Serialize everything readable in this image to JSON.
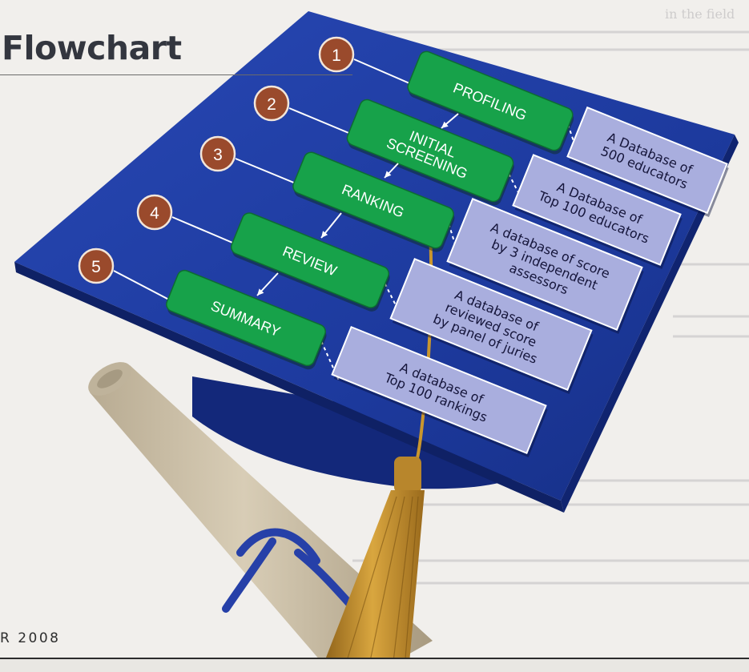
{
  "page": {
    "title": "Flowchart",
    "footer": "R 2008"
  },
  "steps": [
    {
      "number": "1",
      "label_lines": [
        "PROFILING"
      ],
      "output_lines": [
        "A Database of",
        "500 educators"
      ]
    },
    {
      "number": "2",
      "label_lines": [
        "INITIAL",
        "SCREENING"
      ],
      "output_lines": [
        "A Database of",
        "Top 100 educators"
      ]
    },
    {
      "number": "3",
      "label_lines": [
        "RANKING"
      ],
      "output_lines": [
        "A database of score",
        "by 3 independent",
        "assessors"
      ]
    },
    {
      "number": "4",
      "label_lines": [
        "REVIEW"
      ],
      "output_lines": [
        "A database of",
        "reviewed score",
        "by panel of juries"
      ]
    },
    {
      "number": "5",
      "label_lines": [
        "SUMMARY"
      ],
      "output_lines": [
        "A database of",
        "Top 100 rankings"
      ]
    }
  ],
  "colors": {
    "cap": "#1d3a9e",
    "cap_dark": "#142a78",
    "step_box": "#17a24a",
    "step_text": "#ffffff",
    "number_circle": "#9a4a2c",
    "output_box": "#a9aede",
    "output_text": "#15153a",
    "tassel": "#c9962e",
    "scroll": "#cfc3aa",
    "ribbon": "#2640a8"
  }
}
